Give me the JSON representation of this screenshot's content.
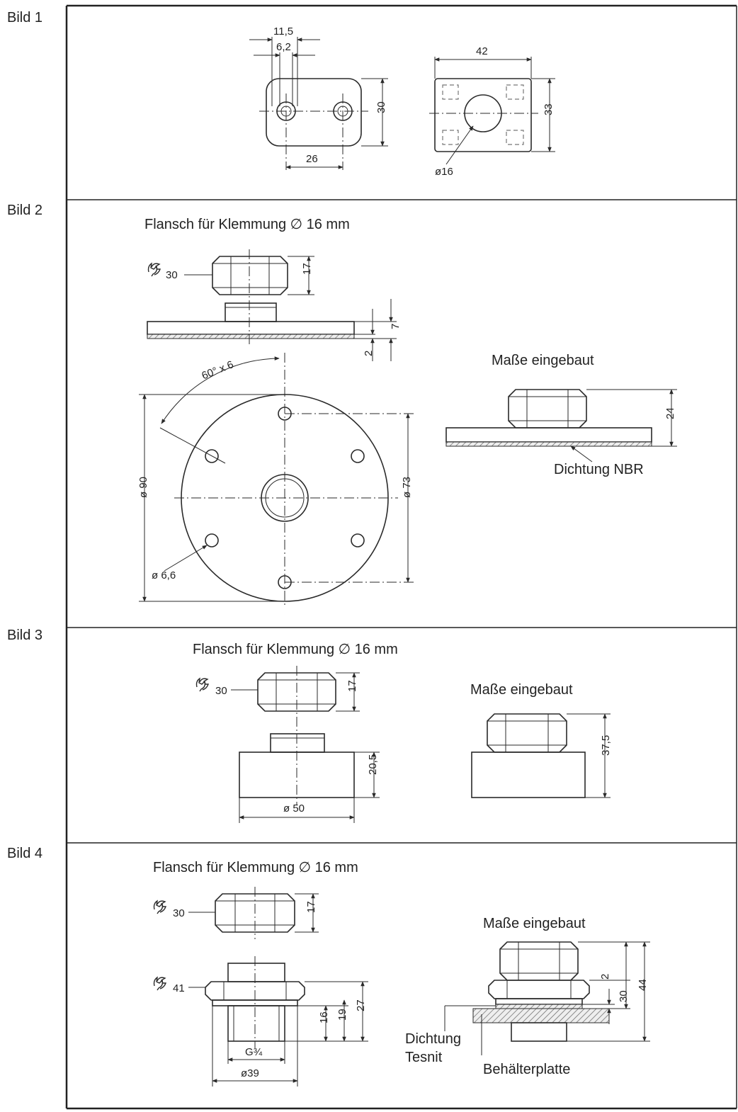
{
  "panels": [
    {
      "label": "Bild 1"
    },
    {
      "label": "Bild 2",
      "title": "Flansch für Klemmung ∅ 16 mm",
      "installed_title": "Maße eingebaut"
    },
    {
      "label": "Bild 3",
      "title": "Flansch für Klemmung ∅ 16 mm",
      "installed_title": "Maße eingebaut"
    },
    {
      "label": "Bild 4",
      "title": "Flansch für Klemmung ∅ 16 mm",
      "installed_title": "Maße eingebaut"
    }
  ],
  "bild1": {
    "d1": "11,5",
    "d2": "6,2",
    "d3": "30",
    "d4": "26",
    "d5": "42",
    "d6": "33",
    "d7": "ø16"
  },
  "bild2": {
    "wrench": "30",
    "h_nut": "17",
    "h7": "7",
    "h2": "2",
    "angle": "60° x 6",
    "d90": "ø 90",
    "d73": "ø 73",
    "d66": "ø 6,6",
    "h24": "24",
    "seal": "Dichtung NBR"
  },
  "bild3": {
    "wrench": "30",
    "h_nut": "17",
    "h205": "20,5",
    "d50": "ø 50",
    "h375": "37,5"
  },
  "bild4": {
    "wrench1": "30",
    "h_nut": "17",
    "wrench2": "41",
    "h27": "27",
    "h19": "19",
    "h16": "16",
    "thread": "G¾",
    "d39": "ø39",
    "h2": "2",
    "h30": "30",
    "h44": "44",
    "seal_1": "Dichtung",
    "seal_2": "Tesnit",
    "plate": "Behälterplatte"
  }
}
